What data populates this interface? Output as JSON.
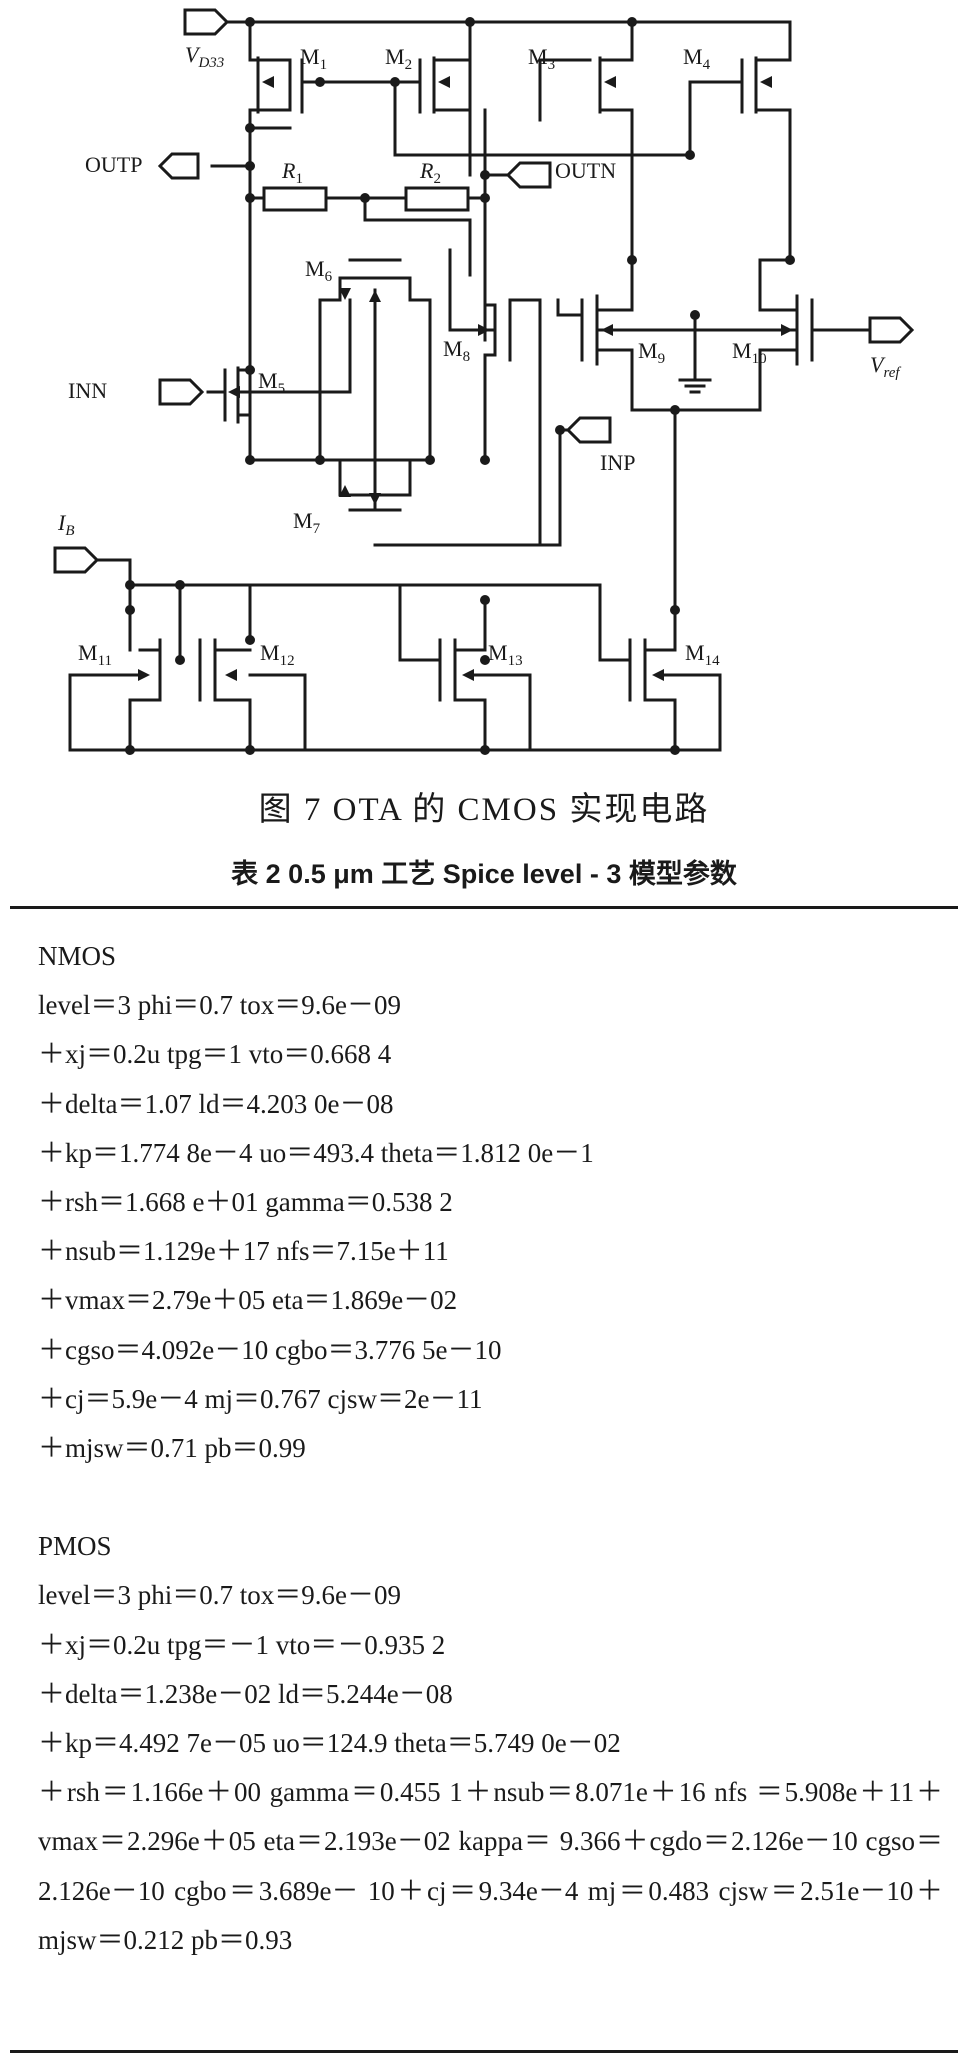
{
  "circuit": {
    "labels": {
      "vdd": "V",
      "vdd_sub": "D33",
      "outp": "OUTP",
      "outn": "OUTN",
      "inn": "INN",
      "inp": "INP",
      "ib": "I",
      "ib_sub": "B",
      "vref": "V",
      "vref_sub": "ref",
      "r1": "R",
      "r1_sub": "1",
      "r2": "R",
      "r2_sub": "2"
    },
    "transistors": [
      "1",
      "2",
      "3",
      "4",
      "5",
      "6",
      "7",
      "8",
      "9",
      "10",
      "11",
      "12",
      "13",
      "14"
    ],
    "transistor_prefix": "M"
  },
  "figure_caption": "图 7   OTA 的 CMOS 实现电路",
  "table_caption": "表 2   0.5 μm 工艺 Spice level - 3 模型参数",
  "nmos": {
    "title": "NMOS",
    "lines": [
      "level＝3 phi＝0.7 tox＝9.6e－09",
      "＋xj＝0.2u tpg＝1 vto＝0.668 4",
      "＋delta＝1.07 ld＝4.203 0e－08",
      "＋kp＝1.774 8e－4 uo＝493.4 theta＝1.812 0e－1",
      "＋rsh＝1.668 e＋01 gamma＝0.538 2",
      "＋nsub＝1.129e＋17 nfs＝7.15e＋11",
      "＋vmax＝2.79e＋05 eta＝1.869e－02",
      "＋cgso＝4.092e－10 cgbo＝3.776 5e－10",
      "＋cj＝5.9e－4 mj＝0.767 cjsw＝2e－11",
      "＋mjsw＝0.71 pb＝0.99"
    ]
  },
  "pmos": {
    "title": "PMOS",
    "lines": [
      "level＝3 phi＝0.7 tox＝9.6e－09",
      "＋xj＝0.2u tpg＝－1 vto＝－0.935 2",
      "＋delta＝1.238e－02 ld＝5.244e－08",
      "＋kp＝4.492 7e－05 uo＝124.9 theta＝5.749 0e－02"
    ],
    "paragraph": "＋rsh＝1.166e＋00 gamma＝0.455 1＋nsub＝8.071e＋16 nfs ＝5.908e＋11＋vmax＝2.296e＋05 eta＝2.193e－02 kappa＝ 9.366＋cgdo＝2.126e－10 cgso＝2.126e－10 cgbo＝3.689e－ 10＋cj＝9.34e－4 mj＝0.483 cjsw＝2.51e－10＋mjsw＝0.212 pb＝0.93"
  }
}
